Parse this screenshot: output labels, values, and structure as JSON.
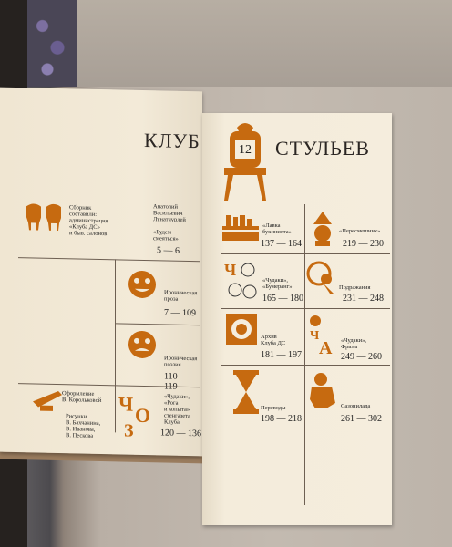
{
  "left_page": {
    "title_part1": "КЛУБ",
    "compilers": [
      "Сборник",
      "составили:",
      "администрация",
      "«Клуба ДС»",
      "и быв. салонов"
    ],
    "author": [
      "Анатолий",
      "Васильевич",
      "Лунатчурлей"
    ],
    "section1_name": [
      "«Будем",
      "смеяться»"
    ],
    "section1_pages": "5 — 6",
    "section2_name": [
      "Ироническая",
      "проза"
    ],
    "section2_pages": "7 — 109",
    "section3_name": [
      "Ироническая",
      "поэзия"
    ],
    "section3_pages": "110 — 119",
    "design_credit": [
      "Оформление",
      "В. Корольковой"
    ],
    "drawings_credit": [
      "Рисунки",
      "В. Бахчанина,",
      "В. Иванова,",
      "В. Пескова"
    ],
    "section4_name": [
      "«Чудаки»,",
      "«Рога",
      "и копыта»",
      "стенгазета",
      "Клуба"
    ],
    "section4_pages": "120 — 136"
  },
  "right_page": {
    "title_number": "12",
    "title_part2": "СТУЛЬЕВ",
    "rows": [
      {
        "left_name": [
          "«Лавка",
          "букиниста»"
        ],
        "left_pages": "137 — 164",
        "right_name": [
          "«Пересмешник»"
        ],
        "right_pages": "219 — 230"
      },
      {
        "left_name": [
          "«Чудаки»,",
          "«Бумеранг»"
        ],
        "left_pages": "165 — 180",
        "right_name": [
          "Подражания"
        ],
        "right_pages": "231 — 248"
      },
      {
        "left_name": [
          "Архив",
          "Клуба ДС"
        ],
        "left_pages": "181 — 197",
        "right_name": [
          "«Чудаки»,",
          "Фразы"
        ],
        "right_pages": "249 — 260"
      },
      {
        "left_name": [
          "Переводы"
        ],
        "left_pages": "198 — 218",
        "right_name": [
          "Сазонилада"
        ],
        "right_pages": "261 — 302"
      }
    ]
  },
  "colors": {
    "accent": "#c66a10",
    "page": "#f4ecdb",
    "rule": "#6d5f52"
  }
}
